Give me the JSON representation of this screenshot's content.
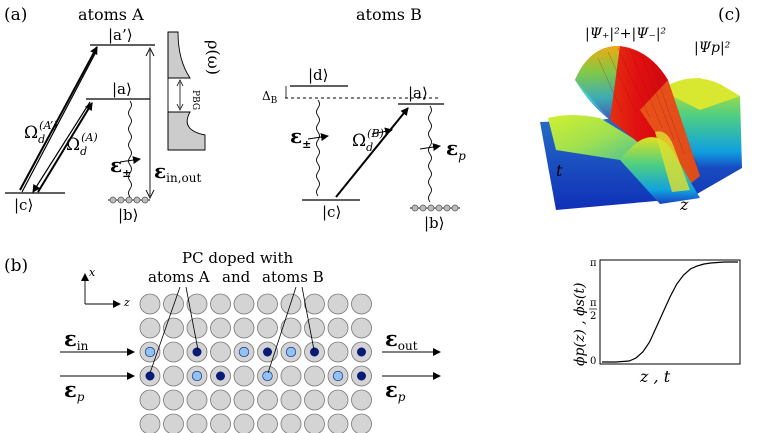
{
  "panels": {
    "a": "(a)",
    "b": "(b)",
    "c": "(c)"
  },
  "atomsA": {
    "title": "atoms A",
    "level_a_prime": "|a’⟩",
    "level_a": "|a⟩",
    "level_b": "|b⟩",
    "level_c": "|c⟩",
    "omega_A_prime_main": "Ω",
    "omega_A_prime_sub": "d",
    "omega_A_prime_sup": "(A’)",
    "omega_A_main": "Ω",
    "omega_A_sub": "d",
    "omega_A_sup": "(A)",
    "eps_pm_main": "ε",
    "eps_pm_sub": "±",
    "eps_inout_main": "ε",
    "eps_inout_sub": "in,out",
    "rho_label": "ρ(ω)",
    "pbg_label": "PBG"
  },
  "atomsB": {
    "title": "atoms B",
    "level_d": "|d⟩",
    "level_a": "|a⟩",
    "level_b": "|b⟩",
    "level_c": "|c⟩",
    "delta_main": "Δ",
    "delta_sub": "B",
    "eps_pm_main": "ε",
    "eps_pm_sub": "±",
    "omega_B_main": "Ω",
    "omega_B_sub": "d",
    "omega_B_sup": "(B)",
    "eps_p_main": "ε",
    "eps_p_sub": "p"
  },
  "crystal": {
    "label_line1": "PC doped with",
    "label_atomsA": "atoms A",
    "label_and": "and",
    "label_atomsB": "atoms B",
    "axis_x": "x",
    "axis_z": "z",
    "eps_in_main": "ε",
    "eps_in_sub": "in",
    "eps_p_main": "ε",
    "eps_p_sub": "p",
    "eps_out_main": "ε",
    "eps_out_sub": "out",
    "eps_p_out_main": "ε",
    "eps_p_out_sub": "p"
  },
  "surface": {
    "label_left": "|Ψ₊|²+|Ψ₋|²",
    "label_right": "|Ψp|²",
    "axis_t": "t",
    "axis_z": "z"
  },
  "phase_plot": {
    "ylabel": "ϕp(z) , ϕs(t)",
    "xlabel": "z , t",
    "tick_top": "π",
    "tick_mid_num": "π",
    "tick_mid_den": "2",
    "tick_zero": "0",
    "curve": {
      "type": "line",
      "x": [
        0.0,
        0.1,
        0.2,
        0.25,
        0.3,
        0.35,
        0.4,
        0.45,
        0.5,
        0.55,
        0.6,
        0.65,
        0.7,
        0.75,
        0.8,
        0.9,
        1.0
      ],
      "y": [
        0.0,
        0.0,
        0.01,
        0.04,
        0.1,
        0.2,
        0.35,
        0.5,
        0.65,
        0.78,
        0.87,
        0.93,
        0.96,
        0.98,
        0.99,
        1.0,
        1.0
      ]
    }
  }
}
